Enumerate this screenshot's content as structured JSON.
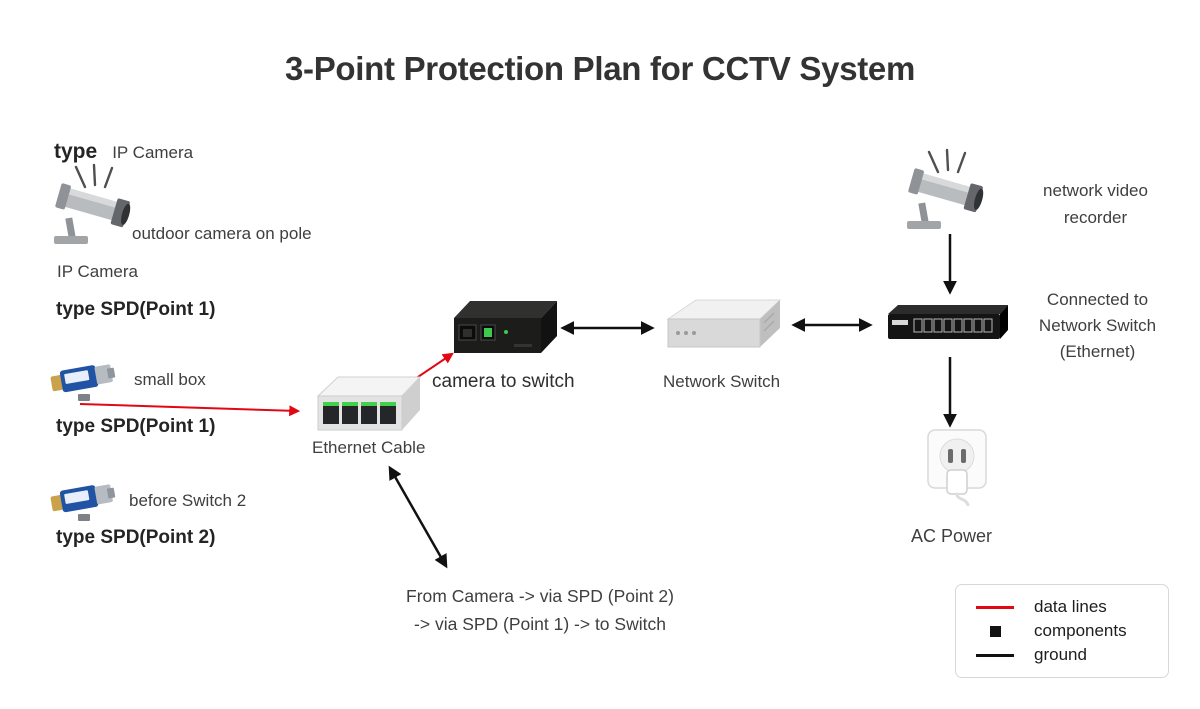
{
  "title": "3-Point Protection Plan for CCTV System",
  "left": {
    "type_word": "type",
    "type_value": "IP Camera",
    "outdoor_caption": "outdoor camera on pole",
    "ip_camera_caption": "IP Camera",
    "spd_point1_a": "type SPD(Point 1)",
    "small_box_caption": "small box",
    "spd_point1_b": "type SPD(Point 1)",
    "before_switch_caption": "before Switch 2",
    "spd_point2": "type SPD(Point 2)"
  },
  "center": {
    "camera_to_switch": "camera to switch",
    "ethernet_cable": "Ethernet Cable",
    "network_switch": "Network Switch",
    "flow_lines": [
      "From Camera -> via SPD (Point 2)",
      "-> via SPD (Point 1) -> to Switch"
    ]
  },
  "right": {
    "nvr_lines": [
      "network video",
      "recorder"
    ],
    "connected_lines": [
      "Connected to",
      "Network Switch",
      "(Ethernet)"
    ],
    "ac_power": "AC Power"
  },
  "legend": {
    "data_lines": "data lines",
    "components": "components",
    "ground": "ground"
  },
  "colors": {
    "accent_red": "#e10813",
    "line_black": "#111111",
    "title_gray": "#333333"
  }
}
